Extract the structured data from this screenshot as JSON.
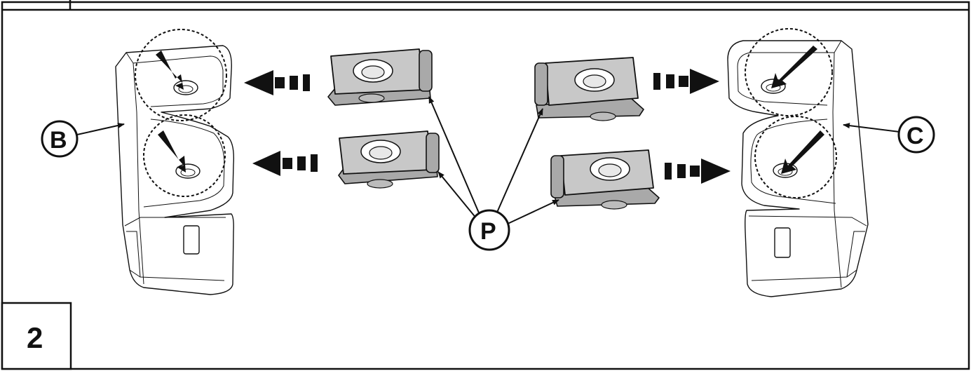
{
  "step": {
    "number": "2"
  },
  "callouts": {
    "b": "B",
    "c": "C",
    "p": "P"
  }
}
